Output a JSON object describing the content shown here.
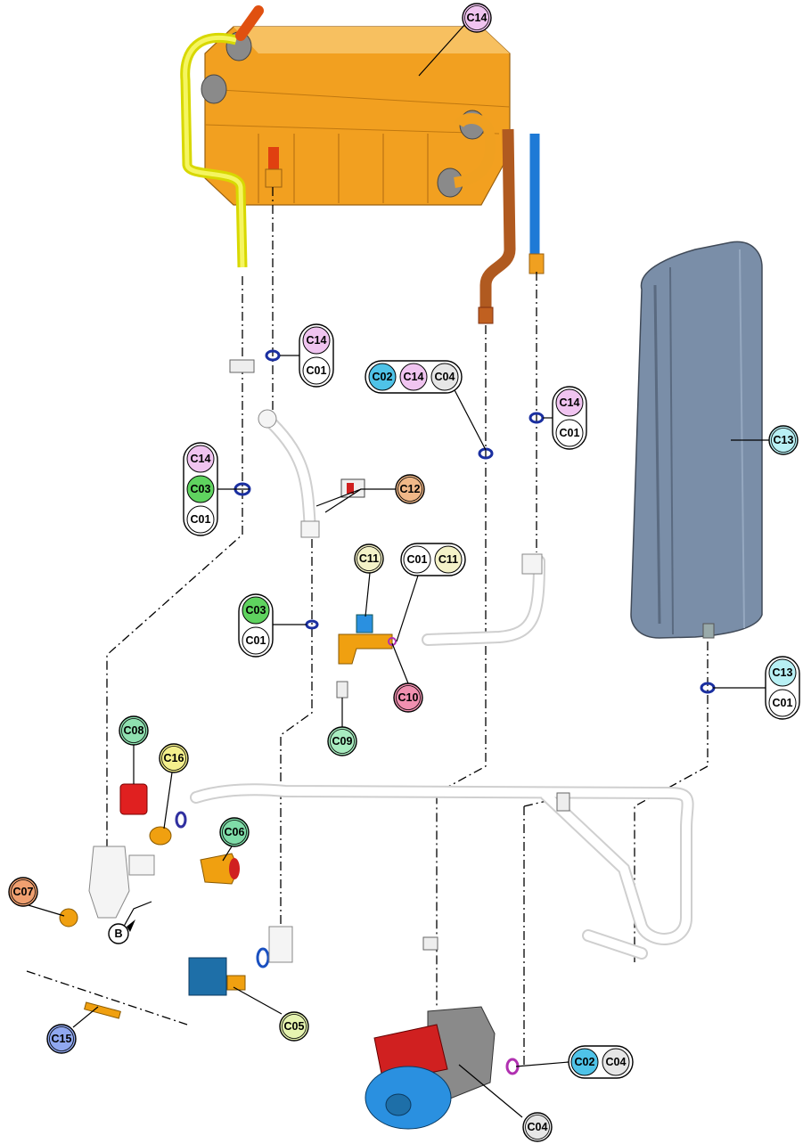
{
  "colors": {
    "C01": "#ffffff",
    "C02": "#4fc3e8",
    "C03": "#5fd35f",
    "C04": "#e6e6e6",
    "C05": "#e6f4b0",
    "C06": "#7fdca8",
    "C07": "#f0a070",
    "C08": "#8fe0b0",
    "C09": "#a8ecc0",
    "C10": "#f090b0",
    "C11": "#f4f2c8",
    "C12": "#f0b888",
    "C13": "#b8f0f4",
    "C14": "#f0c4f0",
    "C15": "#90a8f0",
    "C16": "#f4f08c",
    "B": "#ffffff"
  },
  "labels": {
    "c14_top": "C14",
    "g1": [
      "C14",
      "C01"
    ],
    "g2": [
      "C02",
      "C14",
      "C04"
    ],
    "g3": [
      "C14",
      "C01"
    ],
    "g4": [
      "C14",
      "C03",
      "C01"
    ],
    "c12": "C12",
    "c11": "C11",
    "g5": [
      "C01",
      "C11"
    ],
    "g6": [
      "C03",
      "C01"
    ],
    "c10": "C10",
    "c09": "C09",
    "c13": "C13",
    "g7": [
      "C13",
      "C01"
    ],
    "c08": "C08",
    "c16": "C16",
    "c06": "C06",
    "c07": "C07",
    "b": "B",
    "c05": "C05",
    "c15": "C15",
    "g8": [
      "C02",
      "C04"
    ],
    "c04": "C04"
  }
}
